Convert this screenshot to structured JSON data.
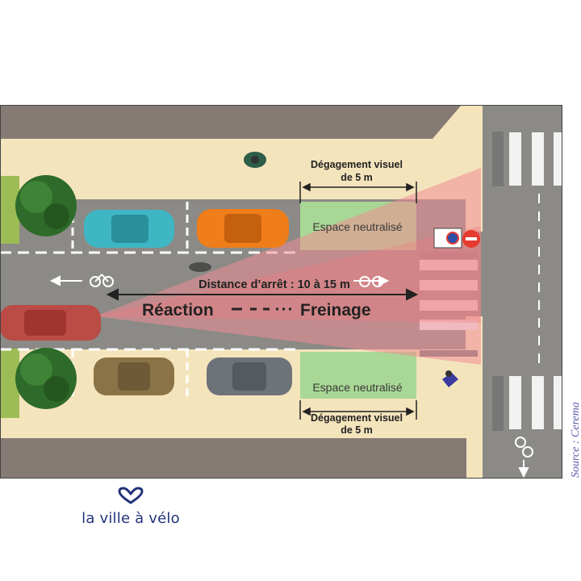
{
  "diagram": {
    "labels": {
      "degagement_top_line1": "Dégagement visuel",
      "degagement_top_line2": "de 5 m",
      "espace_top": "Espace neutralisé",
      "distance": "Distance d’arrêt : 10 à 15 m",
      "reaction": "Réaction",
      "freinage": "Freinage",
      "espace_bottom": "Espace neutralisé",
      "degagement_bottom_line1": "Dégagement visuel",
      "degagement_bottom_line2": "de 5 m"
    },
    "colors": {
      "sidewalk": "#f4e4bc",
      "road": "#8b8a86",
      "building": "#867b74",
      "neutral_zone": "#a9d795",
      "vision_cone": "#f18d93",
      "label_color": "#222222",
      "logo_color": "#22337a",
      "source_color": "#5a5aa8"
    },
    "parked_cars_top": [
      "cyan-car",
      "orange-car"
    ],
    "parked_cars_bottom": [
      "brown-car",
      "grey-car"
    ],
    "moving_vehicle": "red-car"
  },
  "source": "Source : Cerema",
  "logo": {
    "text": "la ville à vélo",
    "icon": "heart-bike-icon"
  }
}
